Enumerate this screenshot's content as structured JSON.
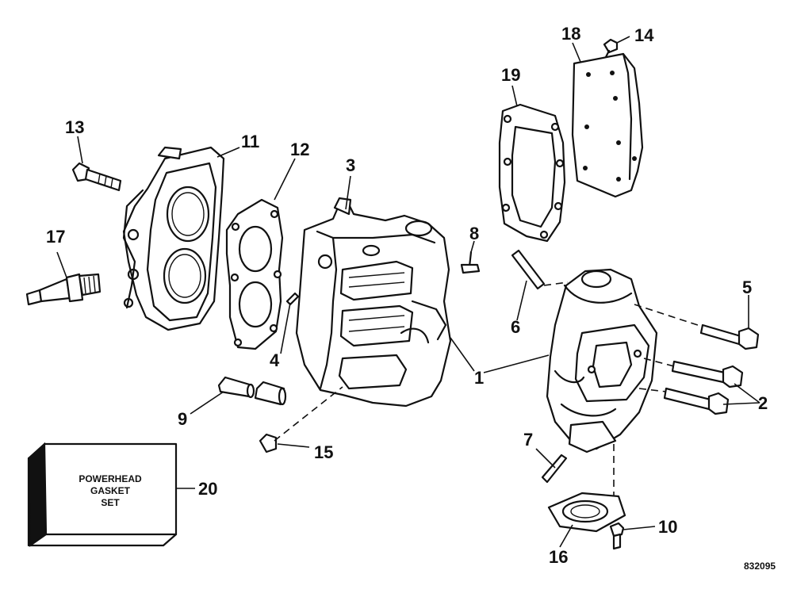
{
  "callouts": {
    "c1": "1",
    "c2": "2",
    "c3": "3",
    "c4": "4",
    "c5": "5",
    "c6": "6",
    "c7": "7",
    "c8": "8",
    "c9": "9",
    "c10": "10",
    "c11": "11",
    "c12": "12",
    "c13": "13",
    "c14": "14",
    "c15": "15",
    "c16": "16",
    "c17": "17",
    "c18": "18",
    "c19": "19",
    "c20": "20"
  },
  "gasket_box": {
    "line1": "POWERHEAD",
    "line2": "GASKET",
    "line3": "SET"
  },
  "catalog_number": "832095",
  "colors": {
    "ink": "#111111",
    "paper": "#ffffff",
    "gasket_stipple": "#b9b9b9"
  }
}
